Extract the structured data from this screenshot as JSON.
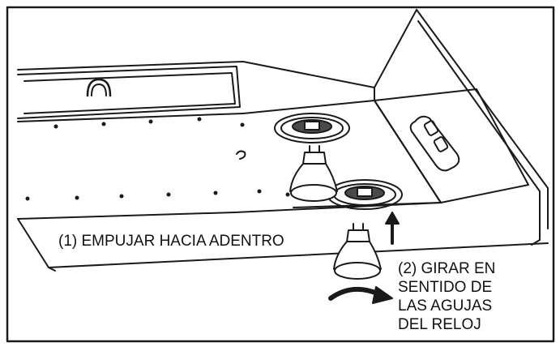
{
  "diagram": {
    "step1_label": "(1) EMPUJAR HACIA ADENTRO",
    "step2_lines": [
      "(2) GIRAR EN",
      "SENTIDO DE",
      "LAS AGUJAS",
      "DEL RELOJ"
    ],
    "colors": {
      "line": "#1a1a1a",
      "shade_dark": "#4a4a4a",
      "shade_light": "#d9d9d9",
      "background": "#ffffff"
    }
  }
}
